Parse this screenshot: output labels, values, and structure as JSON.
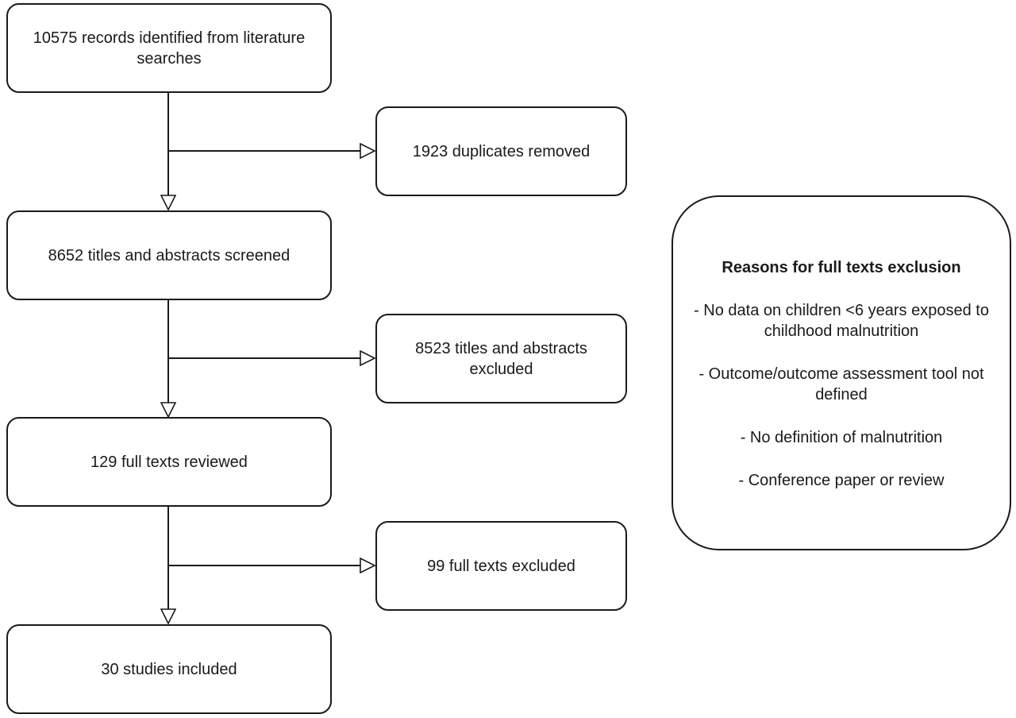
{
  "flow": {
    "identified": "10575 records identified from literature searches",
    "duplicates": "1923 duplicates removed",
    "screened": "8652 titles and abstracts screened",
    "screen_excluded": "8523 titles and abstracts excluded",
    "fulltext_reviewed": "129 full texts reviewed",
    "fulltext_excluded": "99 full texts excluded",
    "included": "30 studies included"
  },
  "reasons": {
    "title": "Reasons for full texts exclusion",
    "items": [
      "- No data on children <6 years exposed to childhood malnutrition",
      "- Outcome/outcome assessment tool not defined",
      "- No definition of malnutrition",
      "- Conference paper or review"
    ]
  }
}
